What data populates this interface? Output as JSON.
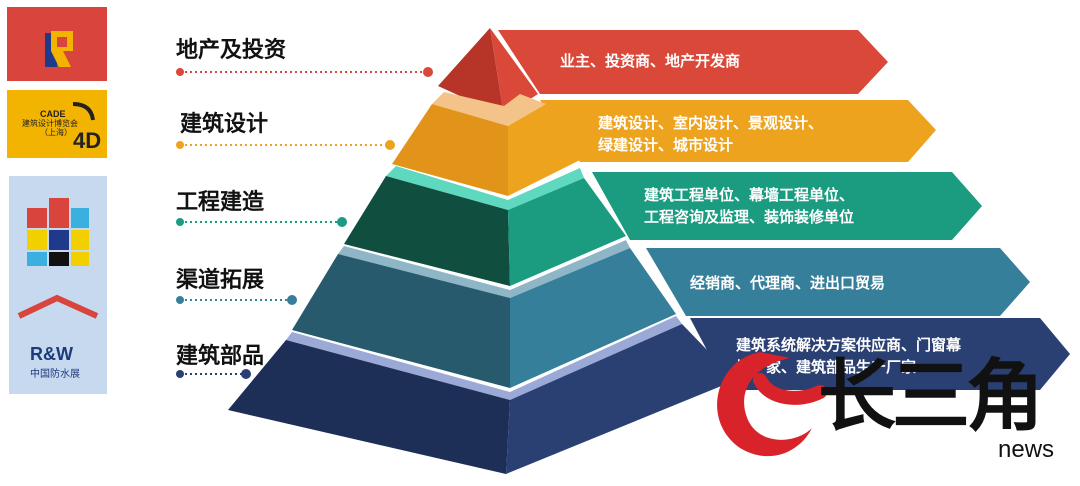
{
  "logos": {
    "cade_top": "CADE",
    "cade_sub": "建筑设计博览会",
    "cade_city": "（上海）",
    "rw_name": "R&W",
    "rw_sub": "中国防水展"
  },
  "levels": [
    {
      "left_label": "地产及投资",
      "right_lines": [
        "业主、投资商、地产开发商"
      ],
      "color": "#d94838"
    },
    {
      "left_label": "建筑设计",
      "right_lines": [
        "建筑设计、室内设计、景观设计、",
        "绿建设计、城市设计"
      ],
      "color": "#eea31f"
    },
    {
      "left_label": "工程建造",
      "right_lines": [
        "建筑工程单位、幕墙工程单位、",
        "工程咨询及监理、装饰装修单位"
      ],
      "color": "#1b9c80"
    },
    {
      "left_label": "渠道拓展",
      "right_lines": [
        "经销商、代理商、进出口贸易"
      ],
      "color": "#367f9a"
    },
    {
      "left_label": "建筑部品",
      "right_lines": [
        "建筑系统解决方案供应商、门窗幕",
        "墙厂家、建筑部品生产厂家"
      ],
      "color": "#2a3f72"
    }
  ],
  "watermark": {
    "chars": "长三角",
    "sub": "news"
  }
}
